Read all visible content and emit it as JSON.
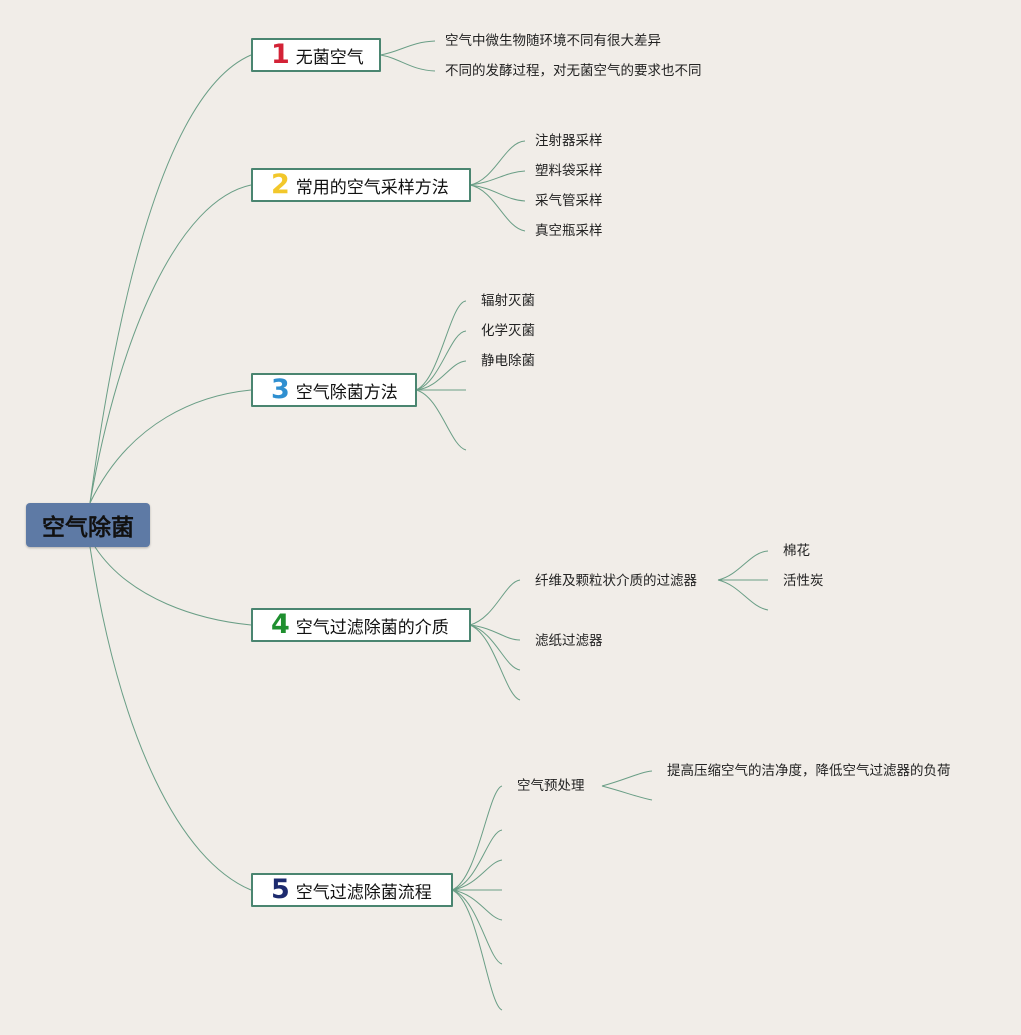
{
  "root": {
    "label": "空气除菌",
    "color": "#5e7aa5"
  },
  "branches": [
    {
      "number": "1",
      "number_color": "#d32236",
      "label": "无菌空气",
      "children": [
        "空气中微生物随环境不同有很大差异",
        "不同的发酵过程，对无菌空气的要求也不同"
      ]
    },
    {
      "number": "2",
      "number_color": "#f2c72b",
      "label": "常用的空气采样方法",
      "children": [
        "注射器采样",
        "塑料袋采样",
        "采气管采样",
        "真空瓶采样"
      ]
    },
    {
      "number": "3",
      "number_color": "#2f8fd0",
      "label": "空气除菌方法",
      "children": [
        "辐射灭菌",
        "化学灭菌",
        "静电除菌"
      ]
    },
    {
      "number": "4",
      "number_color": "#1f8f2f",
      "label": "空气过滤除菌的介质",
      "children": [
        {
          "label": "纤维及颗粒状介质的过滤器",
          "children": [
            "棉花",
            "活性炭"
          ]
        },
        {
          "label": "滤纸过滤器"
        }
      ]
    },
    {
      "number": "5",
      "number_color": "#1c2a6e",
      "label": "空气过滤除菌流程",
      "children": [
        {
          "label": "空气预处理",
          "children": [
            "提高压缩空气的洁净度，降低空气过滤器的负荷"
          ]
        }
      ]
    }
  ],
  "colors": {
    "background": "#f1ede8",
    "edge": "#6a9e86",
    "box_border": "#4a8570"
  }
}
